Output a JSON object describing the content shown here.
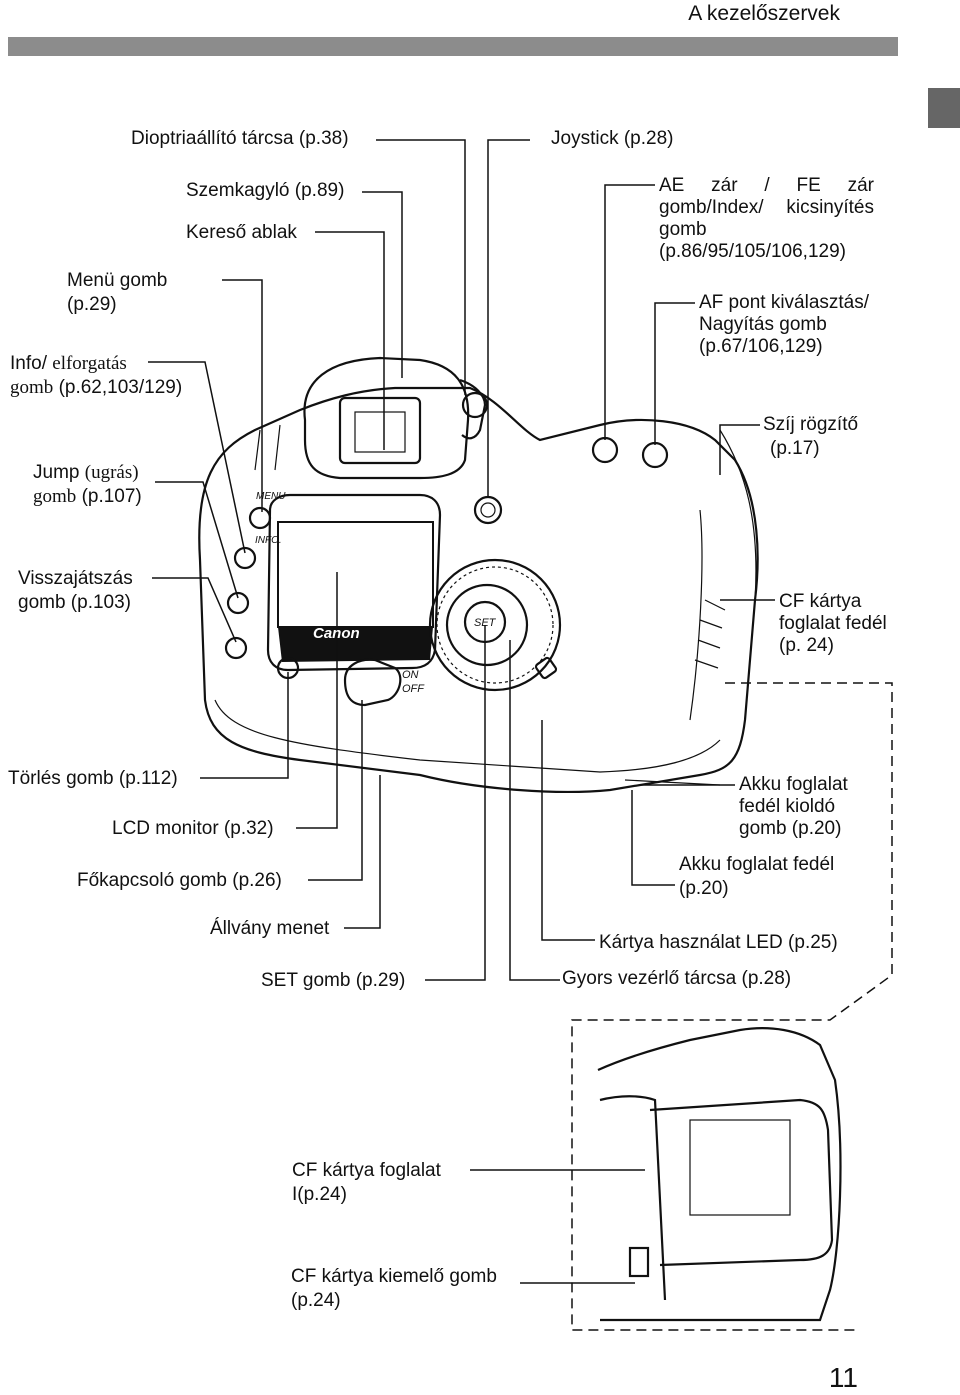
{
  "header": {
    "title": "A kezelőszervek"
  },
  "page_number": "11",
  "camera": {
    "brand": "Canon",
    "button_menu": "MENU",
    "button_info": "INFO.",
    "set_label": "SET",
    "on": "ON",
    "off": "OFF"
  },
  "labels": {
    "dioptria": "Dioptriaállító tárcsa (p.38)",
    "szemkagylo": "Szemkagyló (p.89)",
    "kereso": "Kereső ablak",
    "menu_gomb_1": "Menü gomb",
    "menu_gomb_2": "(p.29)",
    "info_1a": "Info/",
    "info_1b": "elforgatás",
    "info_2a": "gomb",
    "info_2b": "(p.62,103/129)",
    "jump_1a": "Jump",
    "jump_1b": "(ugrás)",
    "jump_2a": "gomb",
    "jump_2b": "(p.107)",
    "visszajatszas_1": "Visszajátszás",
    "visszajatszas_2": "gomb (p.103)",
    "joystick": "Joystick (p.28)",
    "ae_zar": "AE zár / FE zár gomb/Index/ kicsinyítés gomb (p.86/95/105/106,129)",
    "af_pont": "AF pont kiválasztás/ Nagyítás gomb (p.67/106,129)",
    "szij_1": "Szíj rögzítő",
    "szij_2": "(p.17)",
    "cf_fedel": "CF kártya foglalat fedél (p. 24)",
    "torles": "Törlés gomb (p.112)",
    "lcd": "LCD monitor (p.32)",
    "fokapcsolo": "Főkapcsoló gomb (p.26)",
    "allvany": "Állvány menet",
    "set_gomb": "SET gomb (p.29)",
    "akku_kioldo": "Akku foglalat fedél kioldó gomb (p.20)",
    "akku_fedel_1": "Akku foglalat fedél",
    "akku_fedel_2": "(p.20)",
    "kartya_led": "Kártya használat LED (p.25)",
    "gyors_tarcsa": "Gyors vezérlő tárcsa (p.28)",
    "cf_foglalat_1": "CF kártya foglalat",
    "cf_foglalat_2": "I(p.24)",
    "cf_kiemelo_1": "CF kártya kiemelő gomb",
    "cf_kiemelo_2": "(p.24)"
  }
}
